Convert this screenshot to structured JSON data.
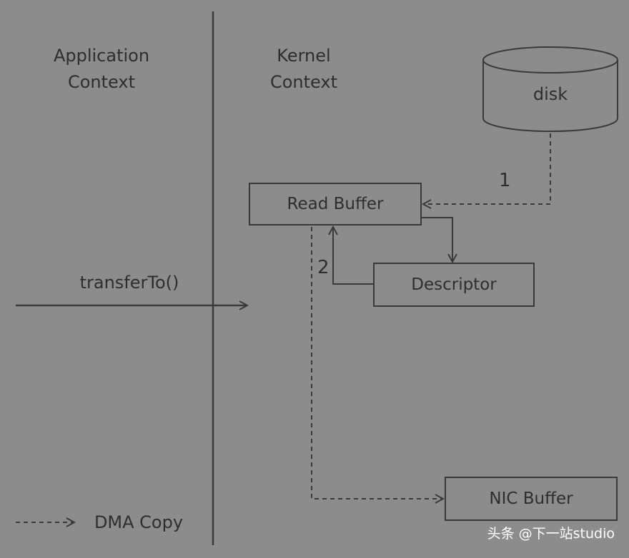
{
  "contexts": {
    "application": [
      "Application",
      "Context"
    ],
    "kernel": [
      "Kernel",
      "Context"
    ]
  },
  "nodes": {
    "disk": "disk",
    "read_buffer": "Read Buffer",
    "descriptor": "Descriptor",
    "nic_buffer": "NIC Buffer"
  },
  "call": "transferTo()",
  "steps": {
    "one": "1",
    "two": "2"
  },
  "legend": {
    "dma_copy": "DMA Copy"
  },
  "watermark": "头条 @下一站studio",
  "colors": {
    "background": "#8c8c8c",
    "line": "#3a3a3a",
    "text": "#2e2e2e"
  }
}
